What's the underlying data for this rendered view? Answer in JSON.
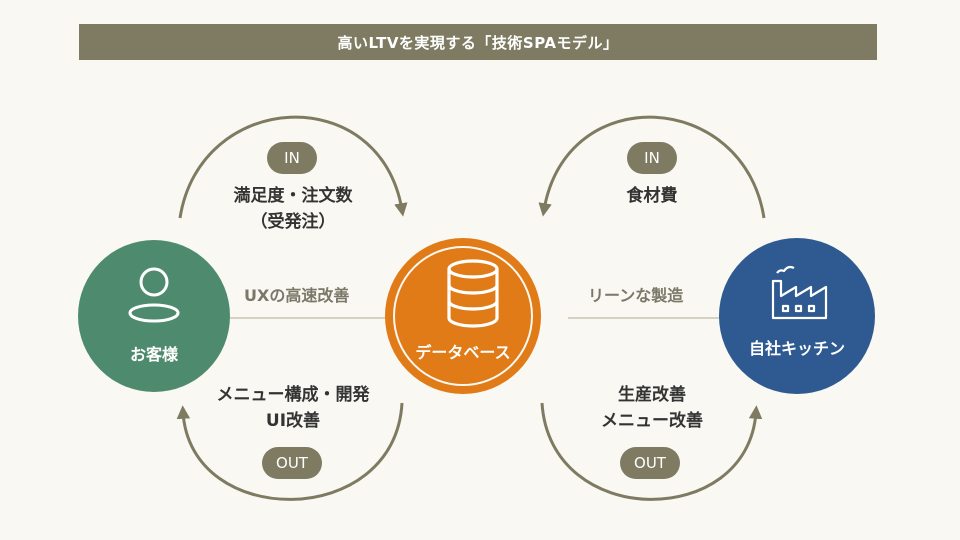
{
  "title": "高いLTVを実現する「技術SPAモデル」",
  "nodes": {
    "customer": {
      "label": "お客様",
      "color": "#4e8b6e"
    },
    "database": {
      "label": "データベース",
      "color": "#e07b18"
    },
    "kitchen": {
      "label": "自社キッチン",
      "color": "#2f5a91"
    }
  },
  "links": {
    "left": "UXの高速改善",
    "right": "リーンな製造"
  },
  "flows": {
    "left_in": {
      "pill": "IN",
      "lines": [
        "満足度・注文数",
        "（受発注）"
      ]
    },
    "left_out": {
      "pill": "OUT",
      "lines": [
        "メニュー構成・開発",
        "UI改善"
      ]
    },
    "right_in": {
      "pill": "IN",
      "lines": [
        "食材費"
      ]
    },
    "right_out": {
      "pill": "OUT",
      "lines": [
        "生産改善",
        "メニュー改善"
      ]
    }
  },
  "colors": {
    "olive": "#7e7b62",
    "background": "#f9f8f2"
  }
}
